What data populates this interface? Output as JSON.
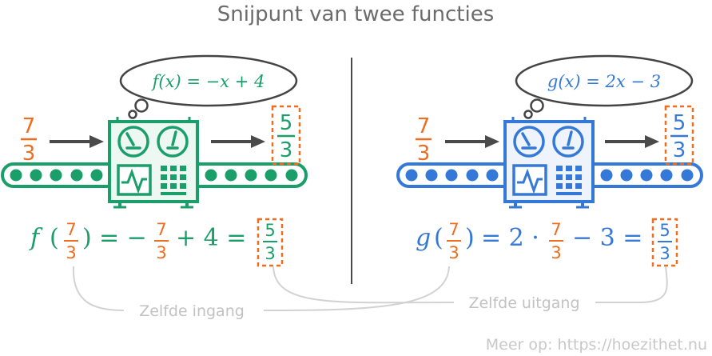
{
  "title": "Snijpunt van twee functies",
  "colors": {
    "green": "#1a9e6a",
    "blue": "#3579d8",
    "orange": "#ec6e1e",
    "gray_line": "#d2d2d2",
    "gray_text": "#c2c2c2",
    "title_text": "#6b6b6b",
    "dark": "#4a4a4a"
  },
  "left": {
    "function_label": "f(x) = −x + 4",
    "input": {
      "num": "7",
      "den": "3"
    },
    "output": {
      "num": "5",
      "den": "3"
    },
    "equation": {
      "lhs_name": "f",
      "input": {
        "num": "7",
        "den": "3"
      },
      "middle": "= −",
      "frac": {
        "num": "7",
        "den": "3"
      },
      "tail": "+ 4 =",
      "result": {
        "num": "5",
        "den": "3"
      }
    }
  },
  "right": {
    "function_label": "g(x) = 2x − 3",
    "input": {
      "num": "7",
      "den": "3"
    },
    "output": {
      "num": "5",
      "den": "3"
    },
    "equation": {
      "lhs_name": "g",
      "input": {
        "num": "7",
        "den": "3"
      },
      "middle": "= 2 ·",
      "frac": {
        "num": "7",
        "den": "3"
      },
      "tail": "− 3 =",
      "result": {
        "num": "5",
        "den": "3"
      }
    }
  },
  "labels": {
    "same_input": "Zelfde ingang",
    "same_output": "Zelfde uitgang"
  },
  "footer": "Meer op: https://hoezithet.nu",
  "icons": [
    "arrow-right-icon",
    "gauge-icon",
    "wave-screen-icon",
    "keypad-icon",
    "conveyor-belt-icon",
    "thought-bubble-icon"
  ]
}
